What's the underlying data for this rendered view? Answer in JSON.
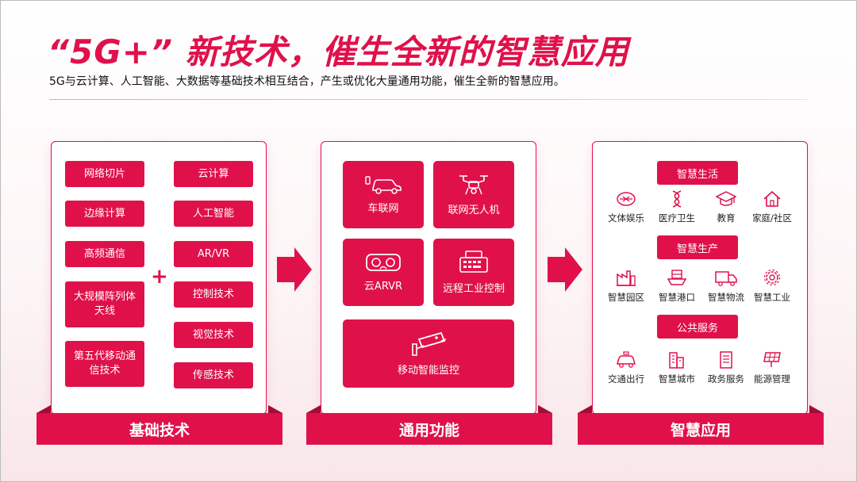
{
  "title": "“5G+” 新技术，催生全新的智慧应用",
  "subtitle": "5G与云计算、人工智能、大数据等基础技术相互结合，产生或优化大量通用功能，催生全新的智慧应用。",
  "foundation": {
    "left_items": [
      "网络切片",
      "边缘计算",
      "高频通信",
      "大规模阵列体天线",
      "第五代移动通信技术"
    ],
    "right_items": [
      "云计算",
      "人工智能",
      "AR/VR",
      "控制技术",
      "视觉技术",
      "传感技术"
    ],
    "plus": "+",
    "band": "基础技术"
  },
  "functions": {
    "tiles": [
      "车联网",
      "联网无人机",
      "云ARVR",
      "远程工业控制",
      "移动智能监控"
    ],
    "band": "通用功能"
  },
  "applications": {
    "groups": [
      {
        "head": "智慧生活",
        "items": [
          "文体娱乐",
          "医疗卫生",
          "教育",
          "家庭/社区"
        ]
      },
      {
        "head": "智慧生产",
        "items": [
          "智慧园区",
          "智慧港口",
          "智慧物流",
          "智慧工业"
        ]
      },
      {
        "head": "公共服务",
        "items": [
          "交通出行",
          "智慧城市",
          "政务服务",
          "能源管理"
        ]
      }
    ],
    "band": "智慧应用"
  },
  "colors": {
    "accent": "#e0114a",
    "accent_dark": "#a30c36"
  }
}
